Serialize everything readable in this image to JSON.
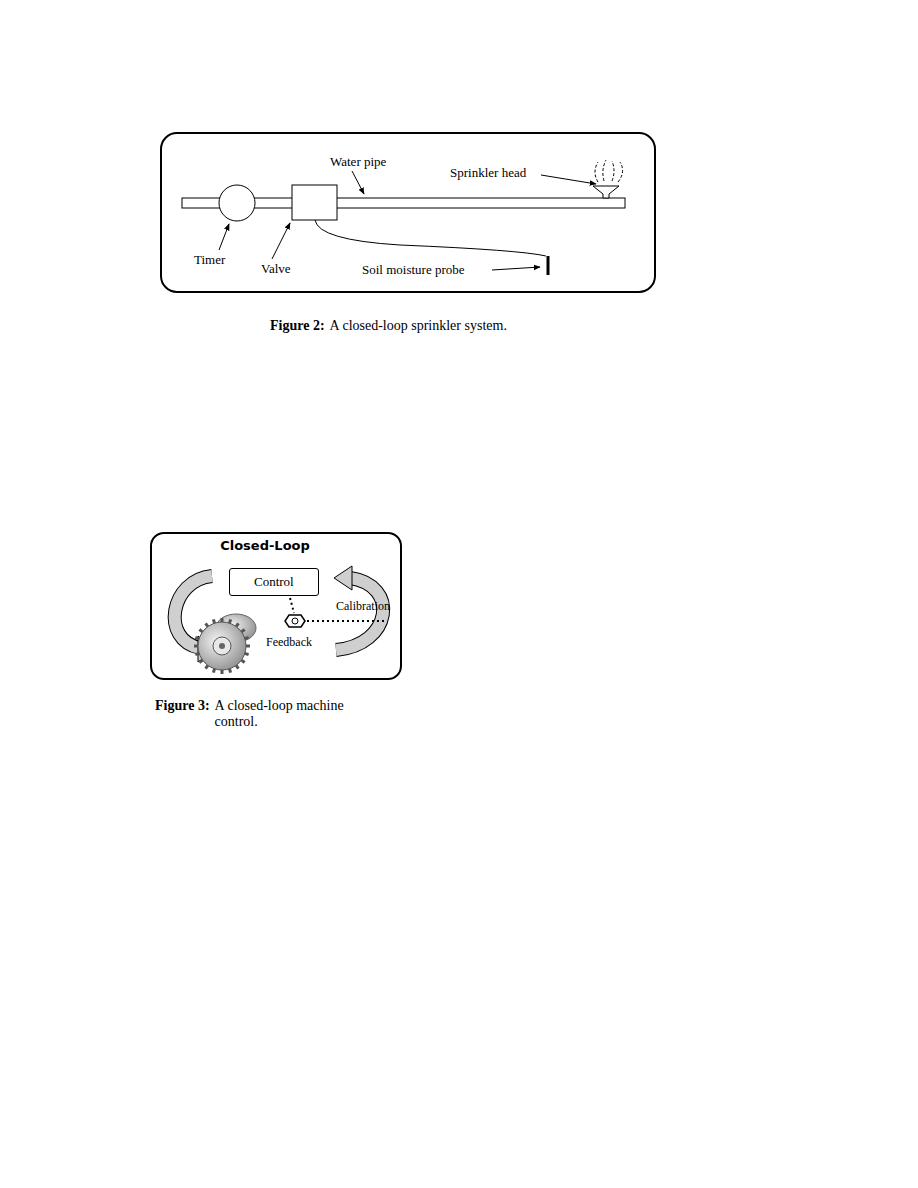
{
  "diagram": {
    "nodes": [
      {
        "text": [
          "Closed-Loop"
        ]
      },
      {
        "text": [
          "Control"
        ],
        "in": 0
      }
    ],
    "labels": [
      "Water pipe",
      "Sprinkler head",
      "Timer",
      "Valve",
      "Soil moisture probe",
      "Figure 2:",
      "A closed-loop sprinkler system.",
      "Calibration",
      "Feedback",
      "Figure 3:",
      "A closed-loop machine control."
    ]
  }
}
